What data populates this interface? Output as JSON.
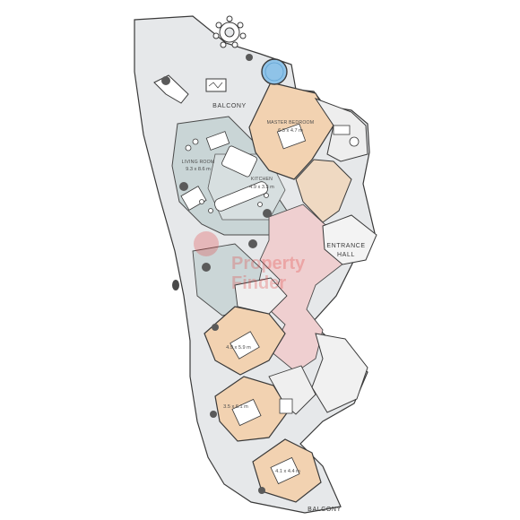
{
  "labels": {
    "balcony_top": "BALCONY",
    "balcony_bottom": "BALCONY",
    "entrance_hall_line1": "ENTRANCE",
    "entrance_hall_line2": "HALL"
  },
  "rooms": [
    {
      "name": "MASTER BEDROOM",
      "dimensions": "6.3 x 4.7 m"
    },
    {
      "name": "LIVING ROOM",
      "dimensions": "9.3 x 8.6 m"
    },
    {
      "name": "KITCHEN",
      "dimensions": "4.9 x 3.3 m"
    },
    {
      "name": "",
      "dimensions": "4.9 x 5.9 m"
    },
    {
      "name": "",
      "dimensions": "3.5 x 6.1 m"
    },
    {
      "name": "",
      "dimensions": "4.1 x 4.4 m"
    }
  ],
  "watermark": {
    "line1": "Property",
    "line2": "Finder"
  },
  "colors": {
    "outline": "#3a3a3a",
    "terrace_fill": "#e6e8ea",
    "bedroom_fill": "#f2d2b1",
    "living_fill": "#c9d5d6",
    "corridor_fill": "#efcfd0",
    "pool_fill": "#8fc3e8",
    "watermark": "#e23a3a"
  }
}
